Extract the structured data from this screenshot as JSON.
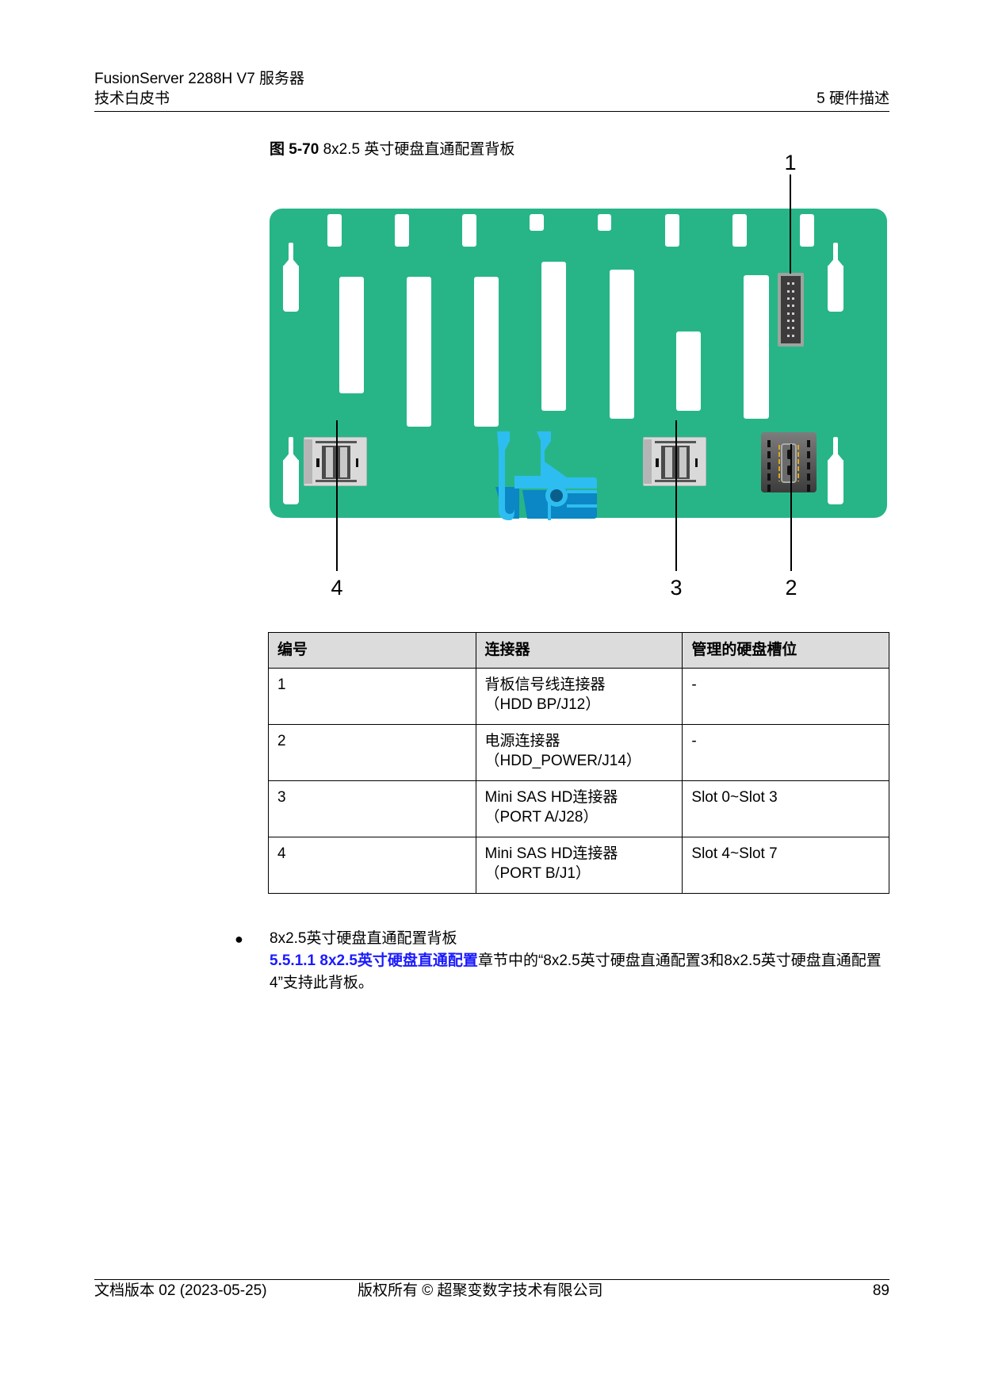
{
  "header": {
    "product": "FusionServer 2288H V7 服务器",
    "doc_type": "技术白皮书",
    "chapter": "5 硬件描述"
  },
  "figure": {
    "label": "图 5-70",
    "title": "8x2.5 英寸硬盘直通配置背板",
    "colors": {
      "board": "#27b587",
      "clip_light": "#2ebdf0",
      "clip_dark": "#0a87c4",
      "connector_dark": "#3e3b3c"
    },
    "callouts": [
      "1",
      "2",
      "3",
      "4"
    ]
  },
  "table": {
    "headers": [
      "编号",
      "连接器",
      "管理的硬盘槽位"
    ],
    "rows": [
      {
        "no": "1",
        "connector": "背板信号线连接器",
        "connector_id": "（HDD BP/J12）",
        "slots": "-"
      },
      {
        "no": "2",
        "connector": "电源连接器",
        "connector_id": "（HDD_POWER/J14）",
        "slots": "-"
      },
      {
        "no": "3",
        "connector": "Mini SAS HD连接器",
        "connector_id": "（PORT A/J28）",
        "slots": "Slot 0~Slot 3"
      },
      {
        "no": "4",
        "connector": "Mini SAS HD连接器",
        "connector_id": "（PORT B/J1）",
        "slots": "Slot 4~Slot 7"
      }
    ]
  },
  "bullet": {
    "marker": "●",
    "title": "8x2.5英寸硬盘直通配置背板",
    "link_text": "5.5.1.1 8x2.5英寸硬盘直通配置",
    "text_after_link": "章节中的“8x2.5英寸硬盘直通配置3和8x2.5英寸硬盘直通配置4”支持此背板。",
    "link_color": "#1a1aff"
  },
  "footer": {
    "version": "文档版本 02 (2023-05-25)",
    "copyright": "版权所有 © 超聚变数字技术有限公司",
    "page": "89"
  }
}
